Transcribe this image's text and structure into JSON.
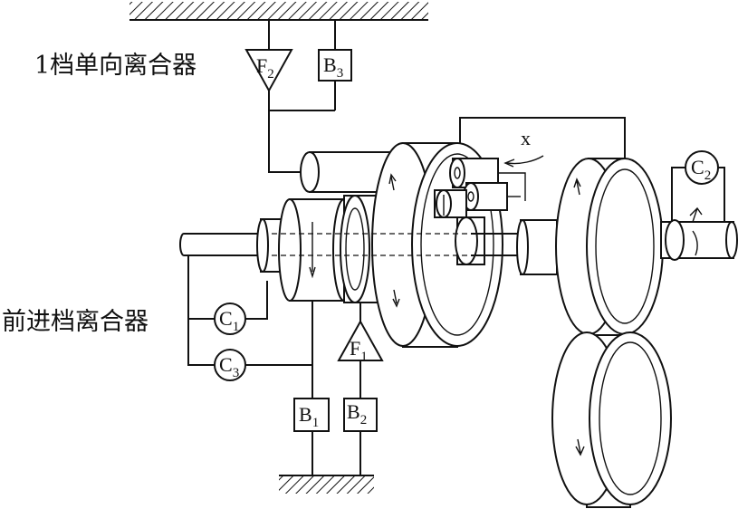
{
  "labels": {
    "one_way_clutch_1st": "1档单向离合器",
    "forward_clutch": "前进档离合器"
  },
  "components": {
    "F2": {
      "letter": "F",
      "sub": "2"
    },
    "B3": {
      "letter": "B",
      "sub": "3"
    },
    "C1": {
      "letter": "C",
      "sub": "1"
    },
    "C2": {
      "letter": "C",
      "sub": "2"
    },
    "C3": {
      "letter": "C",
      "sub": "3"
    },
    "F1": {
      "letter": "F",
      "sub": "1"
    },
    "B1": {
      "letter": "B",
      "sub": "1"
    },
    "B2": {
      "letter": "B",
      "sub": "2"
    }
  },
  "x_label": "x"
}
